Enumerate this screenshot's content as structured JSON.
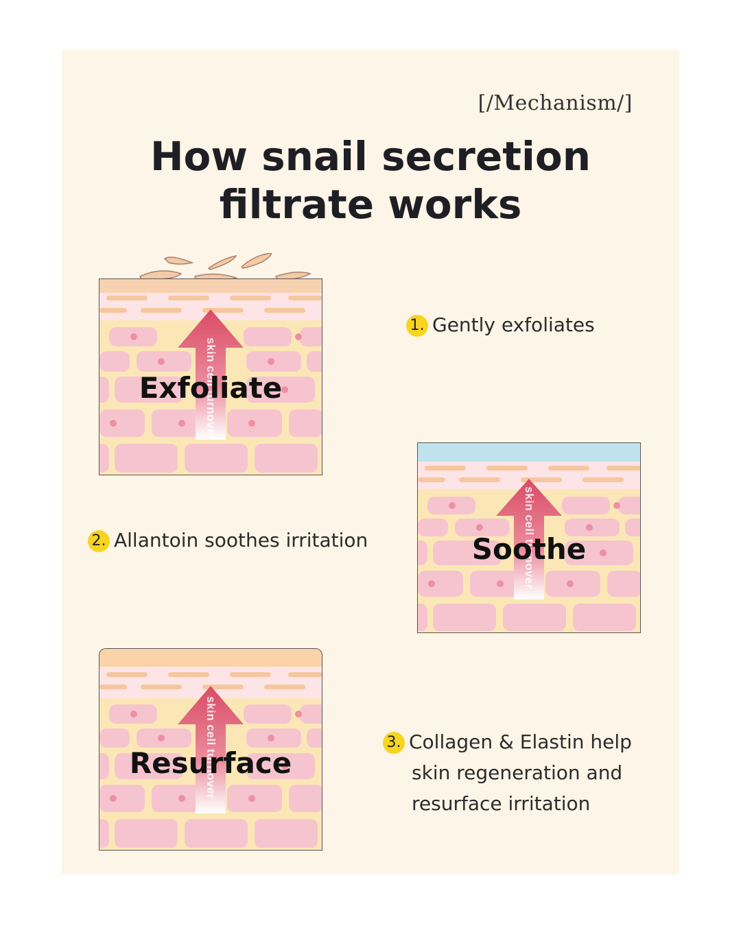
{
  "eyebrow": "[/Mechanism/]",
  "title": {
    "line1": "How snail secretion",
    "line2": "filtrate works"
  },
  "panels": {
    "exfoliate": {
      "label": "Exfoliate",
      "arrow_text": "skin cell turnover"
    },
    "soothe": {
      "label": "Soothe",
      "arrow_text": "skin cell turnover"
    },
    "resurface": {
      "label": "Resurface",
      "arrow_text": "skin cell turnover"
    }
  },
  "steps": [
    {
      "number": "1.",
      "lines": [
        "Gently exfoliates"
      ]
    },
    {
      "number": "2.",
      "lines": [
        "Allantoin soothes irritation"
      ]
    },
    {
      "number": "3.",
      "lines": [
        "Collagen & Elastin help",
        "skin regeneration and",
        "resurface irritation"
      ]
    }
  ],
  "colors": {
    "background": "#fdf5e7",
    "badge": "#f7d420",
    "cell_pink": "#f6c4cf",
    "arrow_red": "#d94c65",
    "soothe_layer": "#bfe3ee",
    "resurface_layer": "#fbd3a8"
  },
  "icons": [
    "up-arrow-icon",
    "skin-flake-icon"
  ]
}
